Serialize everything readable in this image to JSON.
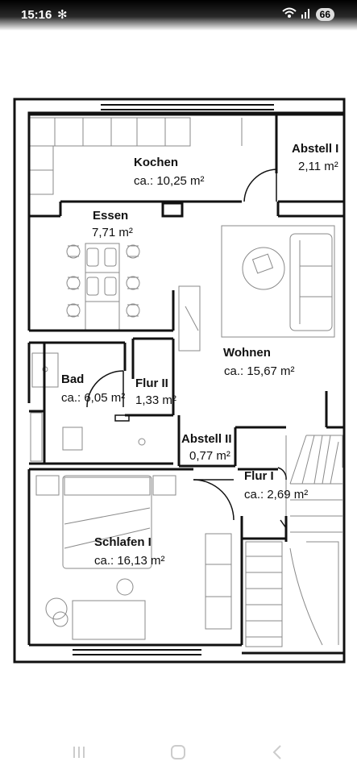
{
  "status": {
    "time": "15:16",
    "battery": "66"
  },
  "rooms": {
    "kochen": {
      "name": "Kochen",
      "area": "ca.: 10,25 m²"
    },
    "abstell1": {
      "name": "Abstell I",
      "area": "2,11 m²"
    },
    "essen": {
      "name": "Essen",
      "area": "7,71 m²"
    },
    "wohnen": {
      "name": "Wohnen",
      "area": "ca.: 15,67 m²"
    },
    "bad": {
      "name": "Bad",
      "area": "ca.: 6,05 m²"
    },
    "flur2": {
      "name": "Flur II",
      "area": "1,33 m²"
    },
    "abstell2": {
      "name": "Abstell II",
      "area": "0,77 m²"
    },
    "flur1": {
      "name": "Flur I",
      "area": "ca.: 2,69 m²"
    },
    "schlafen1": {
      "name": "Schlafen I",
      "area": "ca.: 16,13 m²"
    }
  },
  "colors": {
    "wall": "#111111",
    "furniture": "#8a8a8a",
    "background": "#ffffff"
  },
  "icons": [
    "asterisk-icon",
    "wifi-icon",
    "signal-icon",
    "battery-icon",
    "recent-apps-icon",
    "home-icon",
    "back-icon"
  ]
}
